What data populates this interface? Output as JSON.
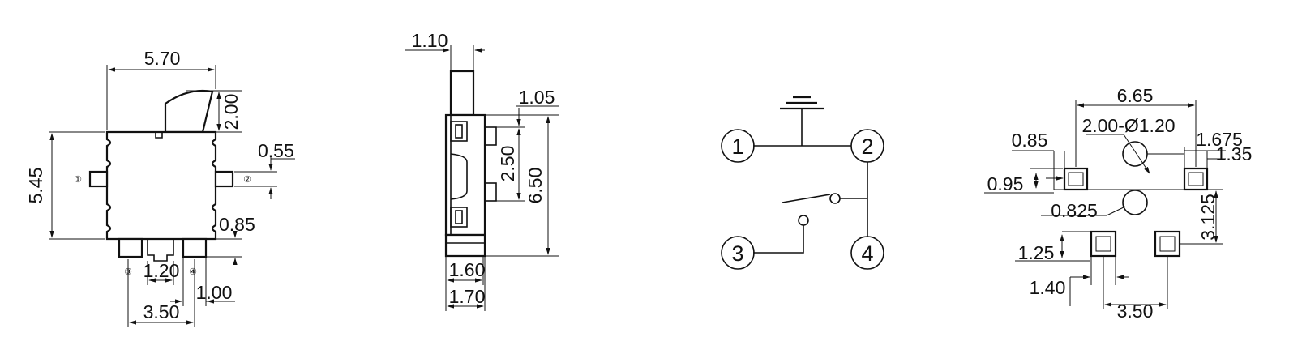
{
  "front_view": {
    "width": "5.70",
    "height": "5.45",
    "actuator": "2.00",
    "pin_side": "0.55",
    "pin_gap": "0.85",
    "pad_width": "1.20",
    "pad_offset": "1.00",
    "pad_pitch": "3.50",
    "pin_labels": [
      "①",
      "②",
      "③",
      "④"
    ]
  },
  "side_view": {
    "top_thickness": "1.10",
    "offset": "1.05",
    "inner_height": "2.50",
    "total_height": "6.50",
    "base_inner": "1.60",
    "base_outer": "1.70"
  },
  "schematic": {
    "pins": [
      "1",
      "2",
      "3",
      "4"
    ]
  },
  "pcb_layout": {
    "width": "6.65",
    "holes": "2.00-Ø1.20",
    "pad_size": "0.85",
    "pad_height": "0.95",
    "hole_offset": "1.675",
    "right_offset": "1.35",
    "hole_gap": "0.825",
    "vertical": "3.125",
    "bottom_pad": "1.25",
    "bottom_pad_width": "1.40",
    "bottom_pitch": "3.50"
  }
}
